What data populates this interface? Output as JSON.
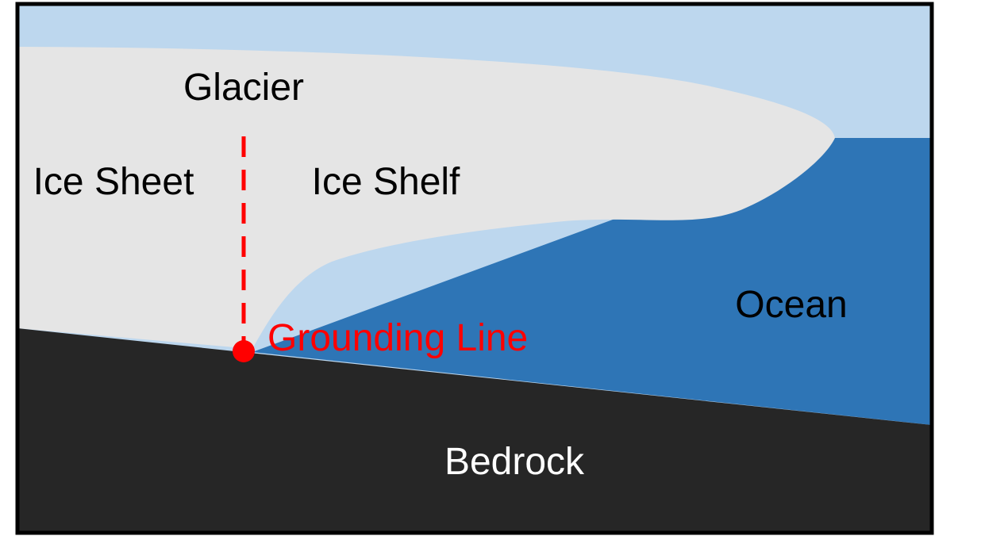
{
  "labels": {
    "glacier": "Glacier",
    "ice_sheet": "Ice Sheet",
    "ice_shelf": "Ice Shelf",
    "ocean": "Ocean",
    "grounding_line": "Grounding Line",
    "bedrock": "Bedrock"
  },
  "colors": {
    "sky": "#bdd7ee",
    "ice": "#e5e5e5",
    "ocean": "#2e75b6",
    "bedrock": "#262626",
    "grounding_line": "#ff0000",
    "border": "#000000",
    "text_dark": "#000000",
    "text_light": "#ffffff"
  }
}
